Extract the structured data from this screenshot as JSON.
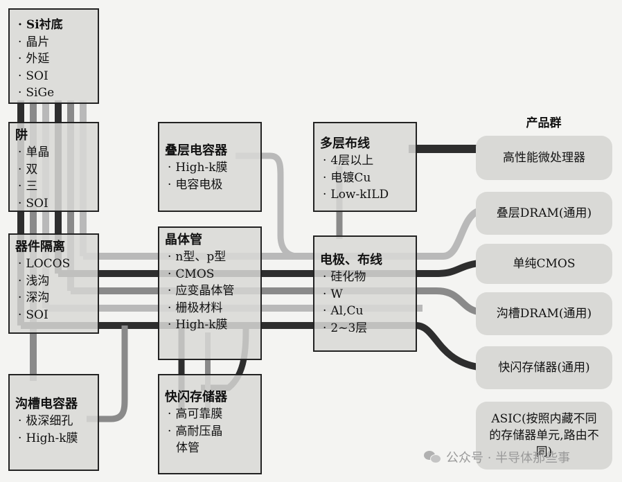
{
  "boxes": {
    "substrate": {
      "items": [
        "Si衬底",
        "晶片",
        "外延",
        "SOI",
        "SiGe"
      ]
    },
    "well": {
      "title": "阱",
      "items": [
        "单晶",
        "双",
        "三",
        "SOI"
      ]
    },
    "isolation": {
      "title": "器件隔离",
      "items": [
        "LOCOS",
        "浅沟",
        "深沟",
        "SOI"
      ]
    },
    "trench_capacitor": {
      "title": "沟槽电容器",
      "items": [
        "极深细孔",
        "High-k膜"
      ]
    },
    "stacked_capacitor": {
      "title": "叠层电容器",
      "items": [
        "High-k膜",
        "电容电极"
      ]
    },
    "transistor": {
      "title": "晶体管",
      "items": [
        "n型、p型",
        "CMOS",
        "应变晶体管",
        "栅极材料",
        "High-k膜"
      ]
    },
    "flash_memory": {
      "title": "快闪存储器",
      "items": [
        "高可靠膜",
        "高耐压晶",
        "体管"
      ]
    },
    "multilayer_wiring": {
      "title": "多层布线",
      "items": [
        "4层以上",
        "电镀Cu",
        "Low-kILD"
      ]
    },
    "electrode_wiring": {
      "title": "电极、布线",
      "items": [
        "硅化物",
        "W",
        "Al,Cu",
        "2~3层"
      ]
    }
  },
  "products": {
    "header": "产品群",
    "items": [
      "高性能微处理器",
      "叠层DRAM(通用)",
      "单纯CMOS",
      "沟槽DRAM(通用)",
      "快闪存储器(通用)",
      "ASIC(按照内藏不同的存储器单元,路由不同)"
    ]
  },
  "watermark": {
    "text": "公众号 · 半导体那些事"
  },
  "colors": {
    "flow_dark": "#2e2e2e",
    "flow_mid": "#8a8a8a",
    "flow_light": "#b9b9b9",
    "box_fill": "#d8d8d6",
    "product_fill": "#d9d9d6"
  }
}
